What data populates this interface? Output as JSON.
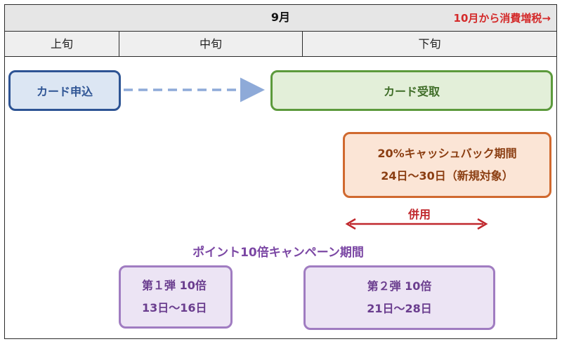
{
  "header": {
    "month": "9月",
    "tax_note": "10月から消費増税→"
  },
  "periods": [
    "上旬",
    "中旬",
    "下旬"
  ],
  "boxes": {
    "card_apply": "カード申込",
    "card_receive": "カード受取",
    "cashback_line1": "20%キャッシュバック期間",
    "cashback_line2": "24日～30日（新規対象）",
    "combine": "併用",
    "campaign_title": "ポイント10倍キャンペーン期間",
    "phase1_line1": "第１弾 10倍",
    "phase1_line2": "13日～16日",
    "phase2_line1": "第２弾 10倍",
    "phase2_line2": "21日～28日"
  },
  "colors": {
    "tax_note": "#d42a2a",
    "apply_border": "#2e5494",
    "receive_border": "#5c9a3c",
    "cashback_border": "#d0692f",
    "combine_arrow": "#c0282d",
    "campaign": "#7b47a4"
  }
}
